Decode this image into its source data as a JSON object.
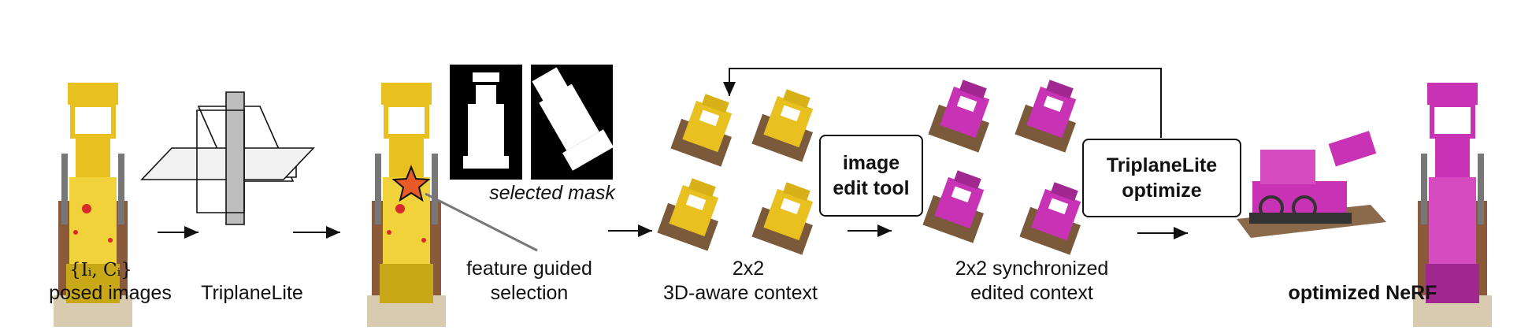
{
  "labels": {
    "posed_math": "{Iᵢ, Cᵢ}",
    "posed_images": "posed images",
    "triplane": "TriplaneLite",
    "selected_mask": "selected mask",
    "feature_line1": "feature guided",
    "feature_line2": "selection",
    "context_line1": "2x2",
    "context_line2": "3D-aware context",
    "edited_line1": "2x2 synchronized",
    "edited_line2": "edited context",
    "optimized": "optimized NeRF"
  },
  "boxes": {
    "edit_line1": "image",
    "edit_line2": "edit tool",
    "optimize_line1": "TriplaneLite",
    "optimize_line2": "optimize"
  },
  "colors": {
    "lego_yellow": "#e8c020",
    "lego_magenta": "#c832b4",
    "star": "#e85a28",
    "base_tan": "#d8cbb0",
    "brick_brown": "#8a5a3a"
  }
}
